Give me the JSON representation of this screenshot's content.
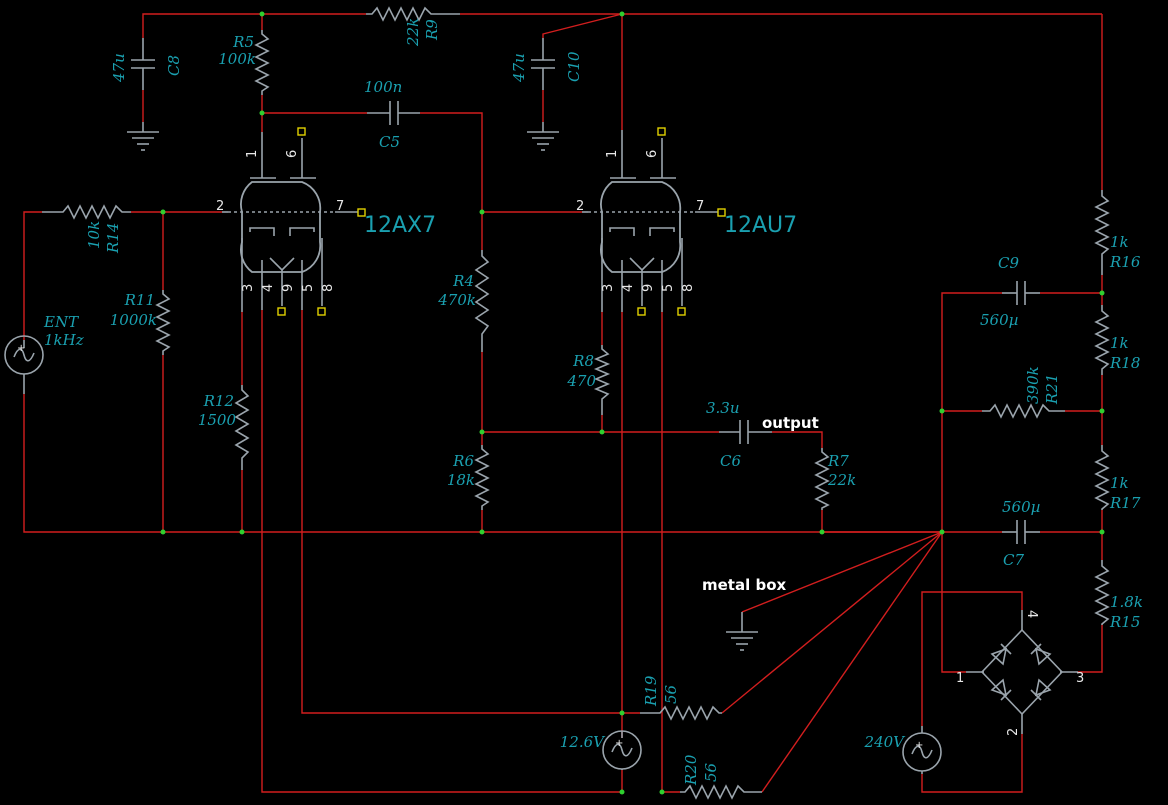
{
  "tubes": {
    "t1": {
      "name": "12AX7",
      "pins": [
        "1",
        "6",
        "2",
        "7",
        "3",
        "4",
        "9",
        "5",
        "8"
      ]
    },
    "t2": {
      "name": "12AU7",
      "pins": [
        "1",
        "6",
        "2",
        "7",
        "3",
        "4",
        "9",
        "5",
        "8"
      ]
    }
  },
  "resistors": {
    "r5": {
      "ref": "R5",
      "value": "100k"
    },
    "r9": {
      "ref": "R9",
      "value": "22k"
    },
    "r14": {
      "ref": "R14",
      "value": "10k"
    },
    "r11": {
      "ref": "R11",
      "value": "1000k"
    },
    "r12": {
      "ref": "R12",
      "value": "1500"
    },
    "r4": {
      "ref": "R4",
      "value": "470k"
    },
    "r6": {
      "ref": "R6",
      "value": "18k"
    },
    "r8": {
      "ref": "R8",
      "value": "470"
    },
    "r7": {
      "ref": "R7",
      "value": "22k"
    },
    "r16": {
      "ref": "R16",
      "value": "1k"
    },
    "r18": {
      "ref": "R18",
      "value": "1k"
    },
    "r21": {
      "ref": "R21",
      "value": "390k"
    },
    "r17": {
      "ref": "R17",
      "value": "1k"
    },
    "r15": {
      "ref": "R15",
      "value": "1.8k"
    },
    "r19": {
      "ref": "R19",
      "value": "56"
    },
    "r20": {
      "ref": "R20",
      "value": "56"
    }
  },
  "capacitors": {
    "c8": {
      "ref": "C8",
      "value": "47u"
    },
    "c10": {
      "ref": "C10",
      "value": "47u"
    },
    "c5": {
      "ref": "C5",
      "value": "100n"
    },
    "c6": {
      "ref": "C6",
      "value": "3.3u"
    },
    "c9": {
      "ref": "C9",
      "value": "560µ"
    },
    "c7": {
      "ref": "C7",
      "value": "560µ"
    }
  },
  "sources": {
    "ent": {
      "ref": "ENT",
      "value": "1kHz"
    },
    "v126": {
      "value": "12.6V"
    },
    "v240": {
      "value": "240V"
    }
  },
  "bridge": {
    "pins": [
      "4",
      "1",
      "3",
      "2"
    ]
  },
  "net_labels": {
    "output": "output",
    "metal_box": "metal box"
  },
  "colors": {
    "background": "#000000",
    "wire": "#d21e1e",
    "part": "#9aa4ac",
    "label": "#1aa0b0",
    "junction": "#2fd02f",
    "pin_end": "#e0d000"
  }
}
